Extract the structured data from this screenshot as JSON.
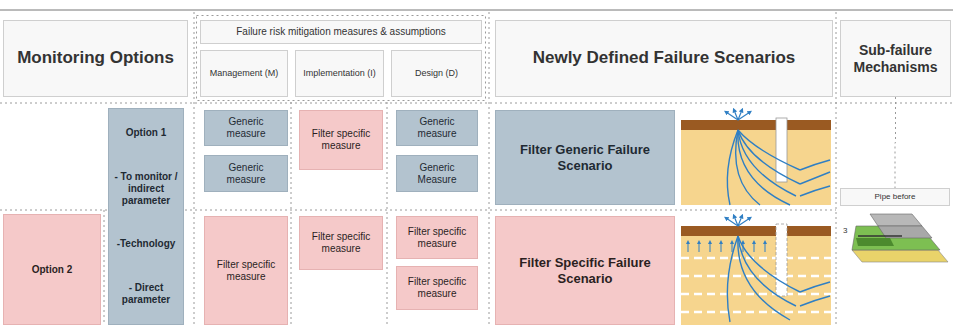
{
  "diagram": {
    "nodes": [
      {
        "text": [
          "Monitoring Options"
        ]
      },
      {
        "text": [
          "Failure risk mitigation measures & assumptions"
        ]
      },
      {
        "text": [
          "Management (M)"
        ]
      },
      {
        "text": [
          "Implementation (I)"
        ]
      },
      {
        "text": [
          "Design (D)"
        ]
      },
      {
        "text": [
          "Newly Defined Failure Scenarios"
        ]
      },
      {
        "text": [
          "Sub-failure Mechanisms"
        ]
      },
      {
        "text": [
          "Option 1",
          "- To monitor / indirect parameter",
          "-Technology",
          "- Direct parameter"
        ]
      },
      {
        "text": [
          "Generic measure"
        ]
      },
      {
        "text": [
          "Filter specific measure"
        ]
      },
      {
        "text": [
          "Generic measure"
        ]
      },
      {
        "text": [
          "Generic measure"
        ]
      },
      {
        "text": [
          "Generic Measure"
        ]
      },
      {
        "text": [
          "Filter Generic Failure Scenario"
        ]
      },
      {
        "text": [
          "Pipe before"
        ]
      },
      {
        "text": [
          "Option 2"
        ]
      },
      {
        "text": [
          "Filter specific measure"
        ]
      },
      {
        "text": [
          "Filter specific measure"
        ]
      },
      {
        "text": [
          "Filter specific measure"
        ]
      },
      {
        "text": [
          "Filter specific measure"
        ]
      },
      {
        "text": [
          "Filter Specific Failure Scenario"
        ]
      }
    ],
    "edges": [
      {
        "from": 6,
        "to": 14,
        "arrow": "none"
      }
    ],
    "labels": [
      "3"
    ]
  }
}
